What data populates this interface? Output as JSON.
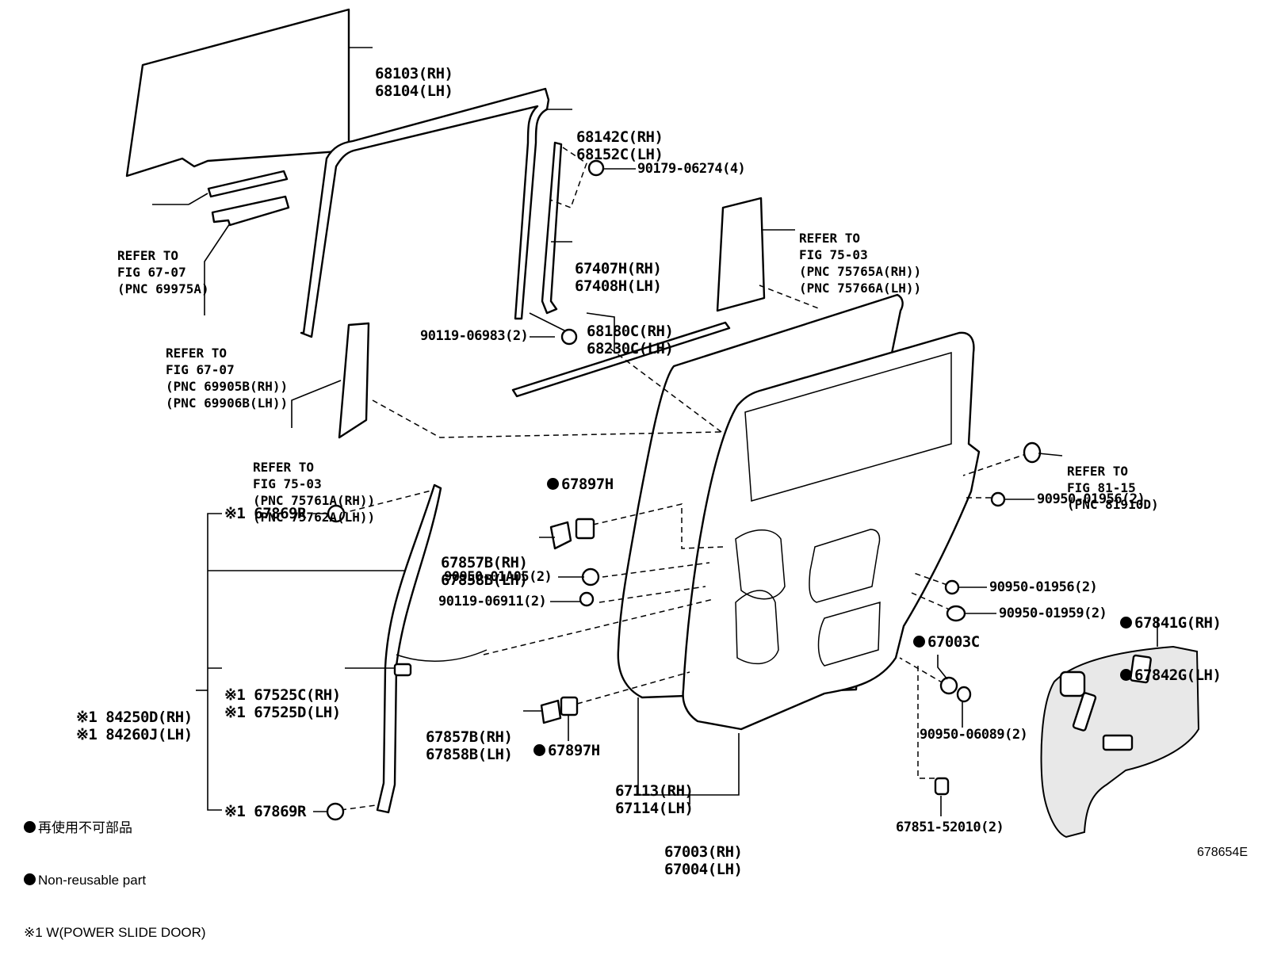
{
  "labels": {
    "glass": [
      "68103(RH)",
      "68104(LH)"
    ],
    "run_channel": [
      "68142C(RH)",
      "68152C(LH)"
    ],
    "nut_90179": "90179-06274(4)",
    "division_bar": [
      "67407H(RH)",
      "67408H(LH)"
    ],
    "belt_moulding": [
      "68180C(RH)",
      "68230C(LH)"
    ],
    "bolt_90119_a": "90119-06983(2)",
    "hole_plug_67897h_top": "67897H",
    "hole_cover_top": [
      "67857B(RH)",
      "67858B(LH)"
    ],
    "plug_90950_01a05": "90950-01A05(2)",
    "bolt_90119_b": "90119-06911(2)",
    "plug_90950_01956_a": "90950-01956(2)",
    "plug_90950_01956_b": "90950-01956(2)",
    "plug_90950_01959": "90950-01959(2)",
    "service_hole_cover": [
      "67841G(RH)",
      "67842G(LH)"
    ],
    "plug_67003c": "67003C",
    "plug_90950_06089": "90950-06089(2)",
    "clip_67851": "67851-52010(2)",
    "door_panel": [
      "67003(RH)",
      "67004(LH)"
    ],
    "outer_panel": [
      "67113(RH)",
      "67114(LH)"
    ],
    "hole_cover_bottom": [
      "67857B(RH)",
      "67858B(LH)"
    ],
    "hole_plug_67897h_bottom": "67897H",
    "protector_top": "※1 67869R",
    "protector_bottom": "※1 67869R",
    "wire_harness_mid": [
      "※1 67525C(RH)",
      "※1 67525D(LH)"
    ],
    "wire_harness": [
      "※1 84250D(RH)",
      "※1 84260J(LH)"
    ]
  },
  "refs": {
    "ref_67_07_a": [
      "REFER TO",
      "FIG 67-07",
      "(PNC 69975A)"
    ],
    "ref_67_07_b": [
      "REFER TO",
      "FIG 67-07",
      "(PNC 69905B(RH))",
      "(PNC 69906B(LH))"
    ],
    "ref_75_03_a": [
      "REFER TO",
      "FIG 75-03",
      "(PNC 75761A(RH))",
      "(PNC 75762A(LH))"
    ],
    "ref_75_03_b": [
      "REFER TO",
      "FIG 75-03",
      "(PNC 75765A(RH))",
      "(PNC 75766A(LH))"
    ],
    "ref_81_15": [
      "REFER TO",
      "FIG 81-15",
      "(PNC 81910D)"
    ]
  },
  "legend": {
    "jp": "再使用不可部品",
    "en": "Non-reusable part",
    "note": "※1 W(POWER SLIDE DOOR)"
  },
  "figure_id": "678654E"
}
